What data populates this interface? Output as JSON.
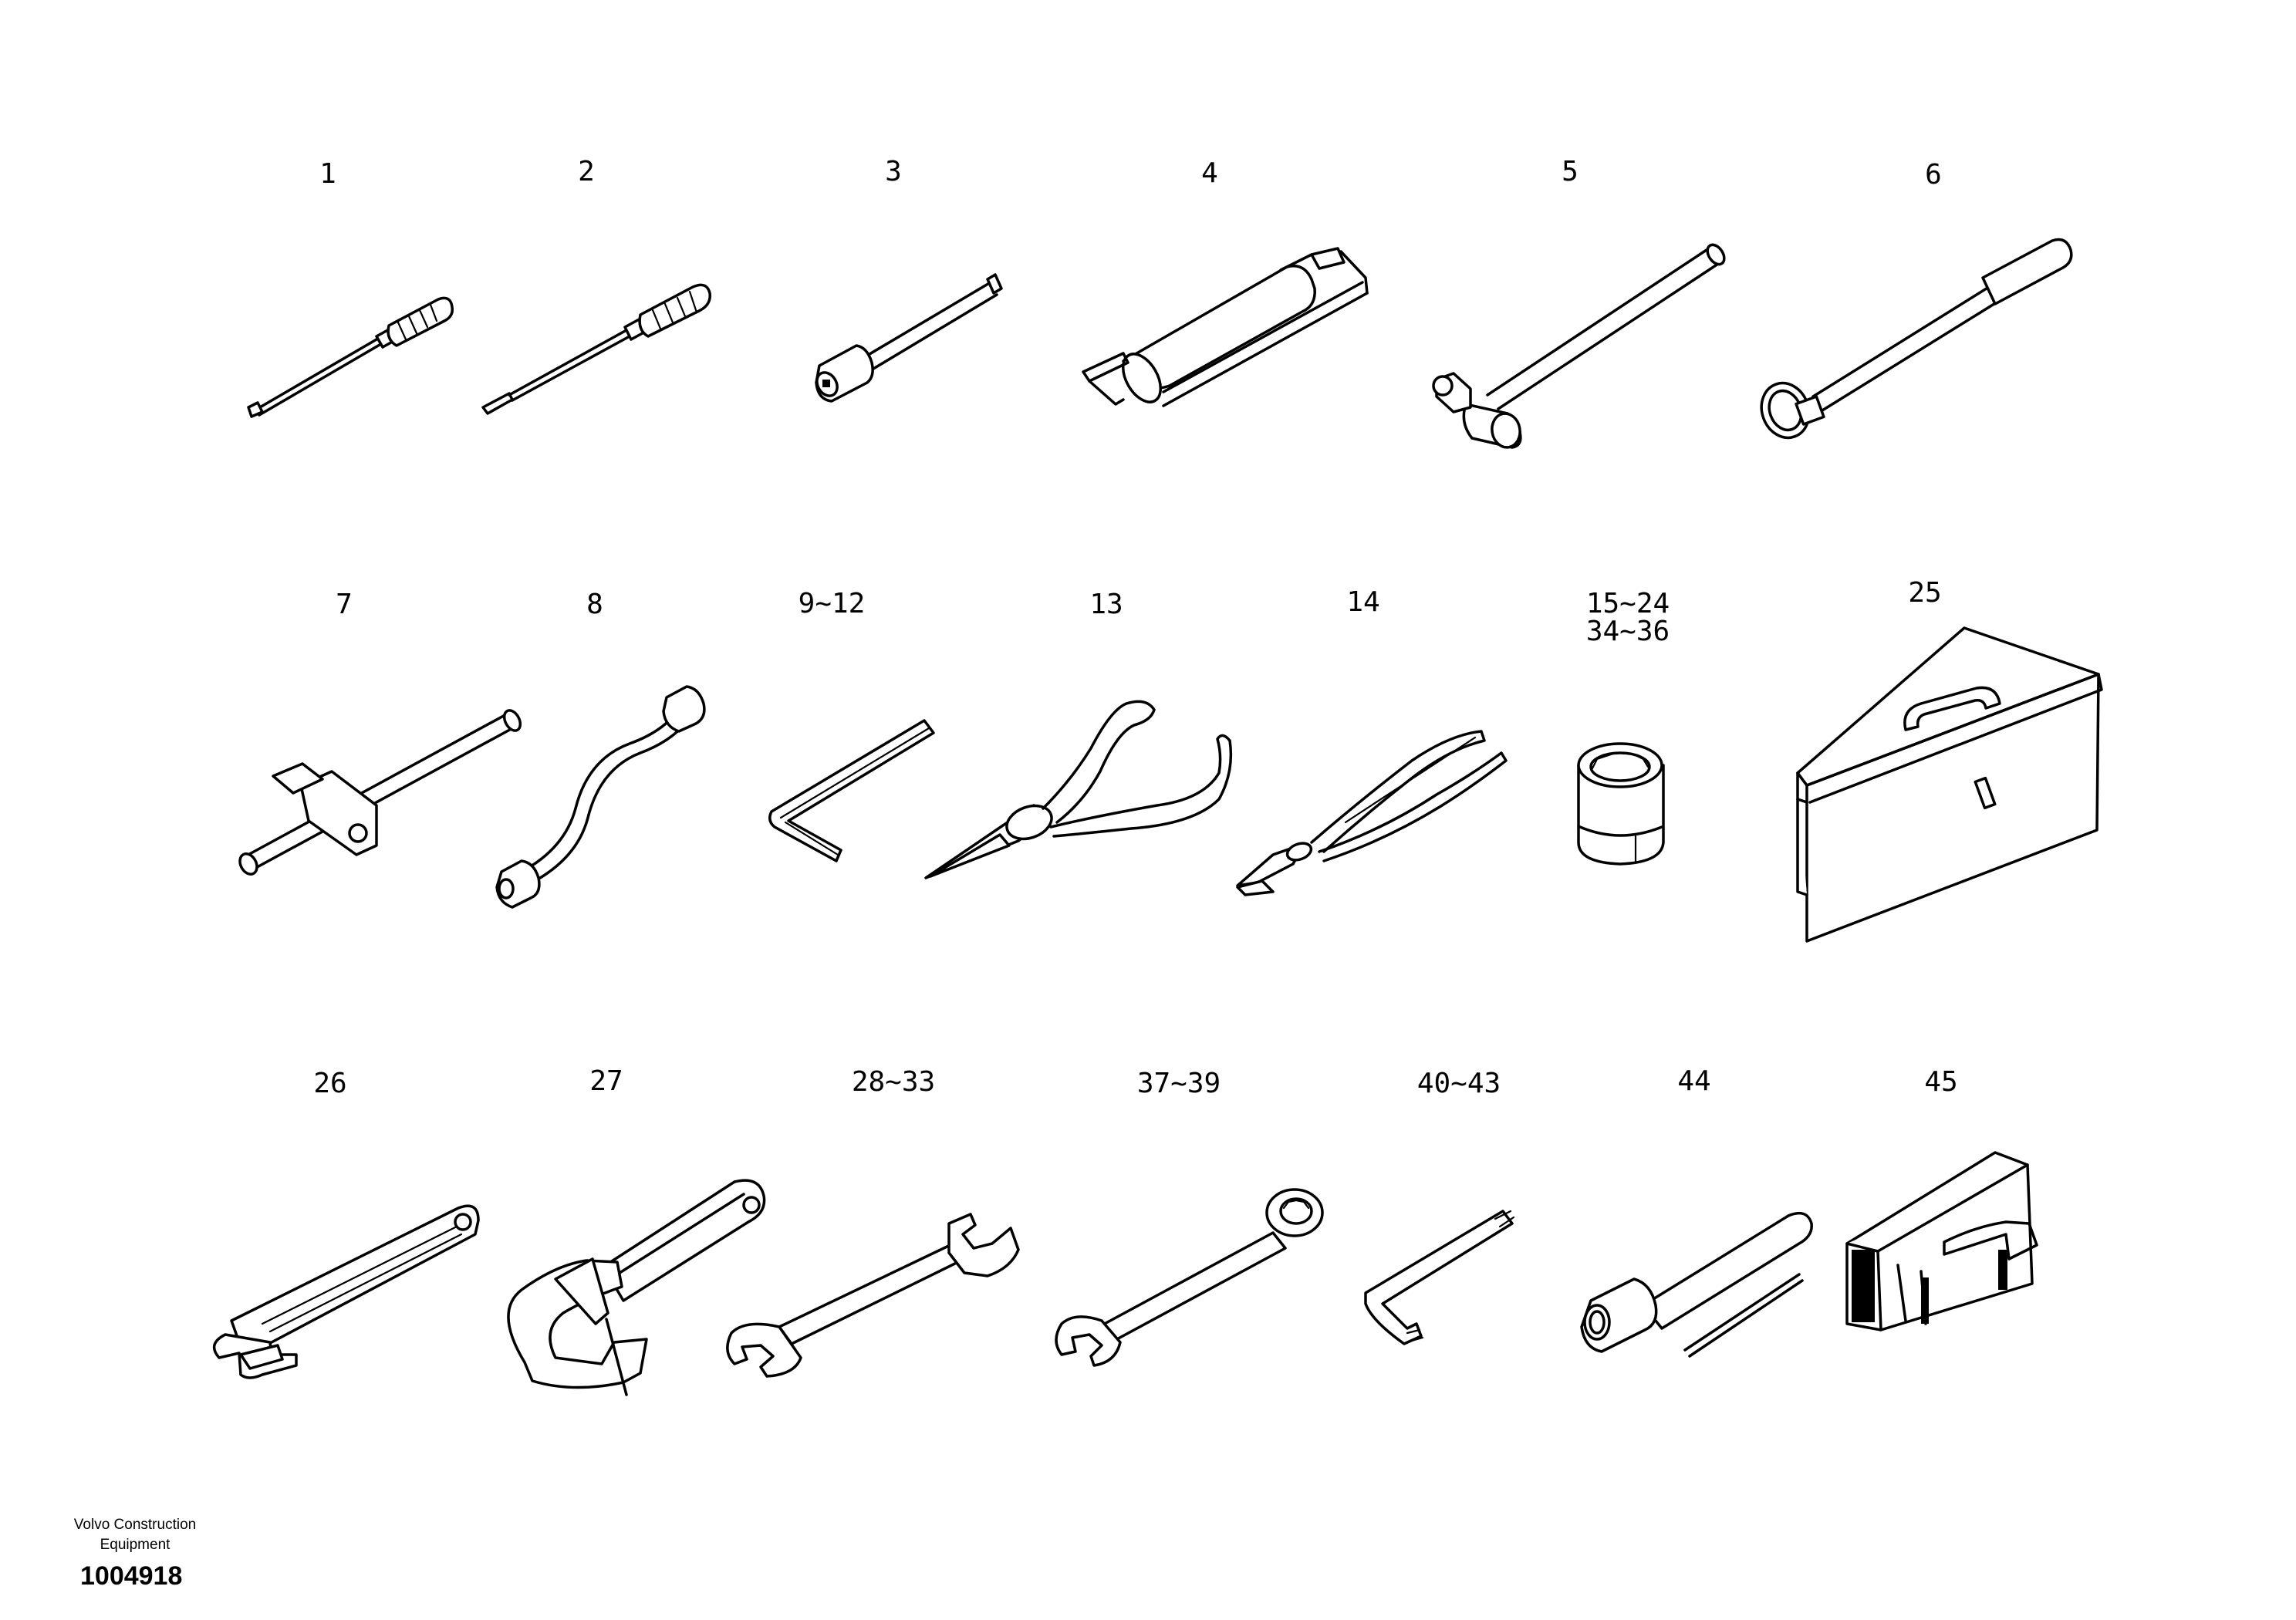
{
  "items": [
    {
      "label": "1",
      "icon": "phillips-screwdriver-icon"
    },
    {
      "label": "2",
      "icon": "flat-screwdriver-icon"
    },
    {
      "label": "3",
      "icon": "socket-extension-icon"
    },
    {
      "label": "4",
      "icon": "grease-gun-icon"
    },
    {
      "label": "5",
      "icon": "hammer-icon"
    },
    {
      "label": "6",
      "icon": "ratchet-handle-icon"
    },
    {
      "label": "7",
      "icon": "t-handle-wrench-icon"
    },
    {
      "label": "8",
      "icon": "offset-socket-wrench-icon"
    },
    {
      "label": "9~12",
      "icon": "hex-key-icon"
    },
    {
      "label": "13",
      "icon": "snap-ring-pliers-icon"
    },
    {
      "label": "14",
      "icon": "slip-joint-pliers-icon"
    },
    {
      "label": "15~24",
      "label2": "34~36",
      "icon": "socket-icon"
    },
    {
      "label": "25",
      "icon": "toolbox-icon"
    },
    {
      "label": "26",
      "icon": "adjustable-wrench-icon"
    },
    {
      "label": "27",
      "icon": "pipe-wrench-icon"
    },
    {
      "label": "28~33",
      "icon": "open-end-wrench-icon"
    },
    {
      "label": "37~39",
      "icon": "combination-wrench-icon"
    },
    {
      "label": "40~43",
      "icon": "torx-key-icon"
    },
    {
      "label": "44",
      "icon": "box-spanner-icon"
    },
    {
      "label": "45",
      "icon": "tool-bag-icon"
    }
  ],
  "footer": {
    "brand_line1": "Volvo Construction",
    "brand_line2": "Equipment",
    "doc_number": "1004918"
  }
}
